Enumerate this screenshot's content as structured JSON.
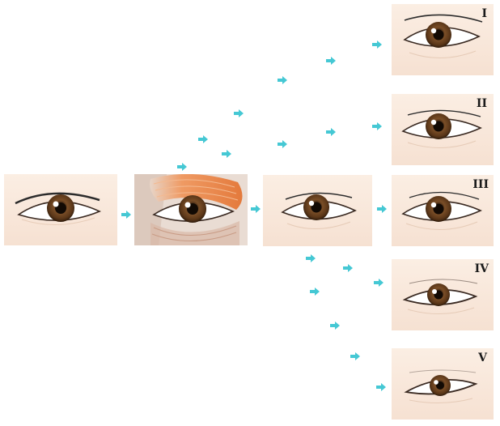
{
  "labels": {
    "type_1": "I",
    "type_2": "II",
    "type_3": "III",
    "type_4": "IV",
    "type_5": "V"
  },
  "icons": {
    "arrow": "cyan-chevron-arrow-icon"
  },
  "colors": {
    "arrow": "#45c8d4",
    "skin": "#f8e6d8",
    "iris": "#6b4423",
    "muscle": "#ea8a52"
  }
}
